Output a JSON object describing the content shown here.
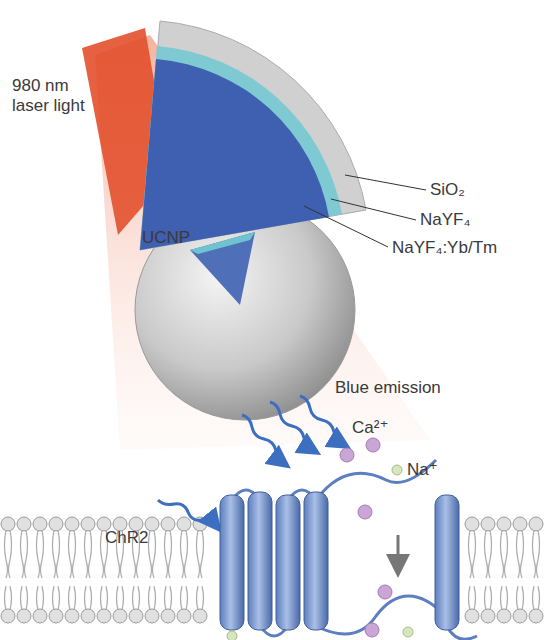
{
  "diagram": {
    "labels": [
      "980 nm laser light",
      "SiO₂",
      "NaYF₄",
      "NaYF₄:Yb/Tm",
      "UCNP",
      "Blue emission",
      "Ca²⁺",
      "Na⁺",
      "ChR2"
    ]
  }
}
